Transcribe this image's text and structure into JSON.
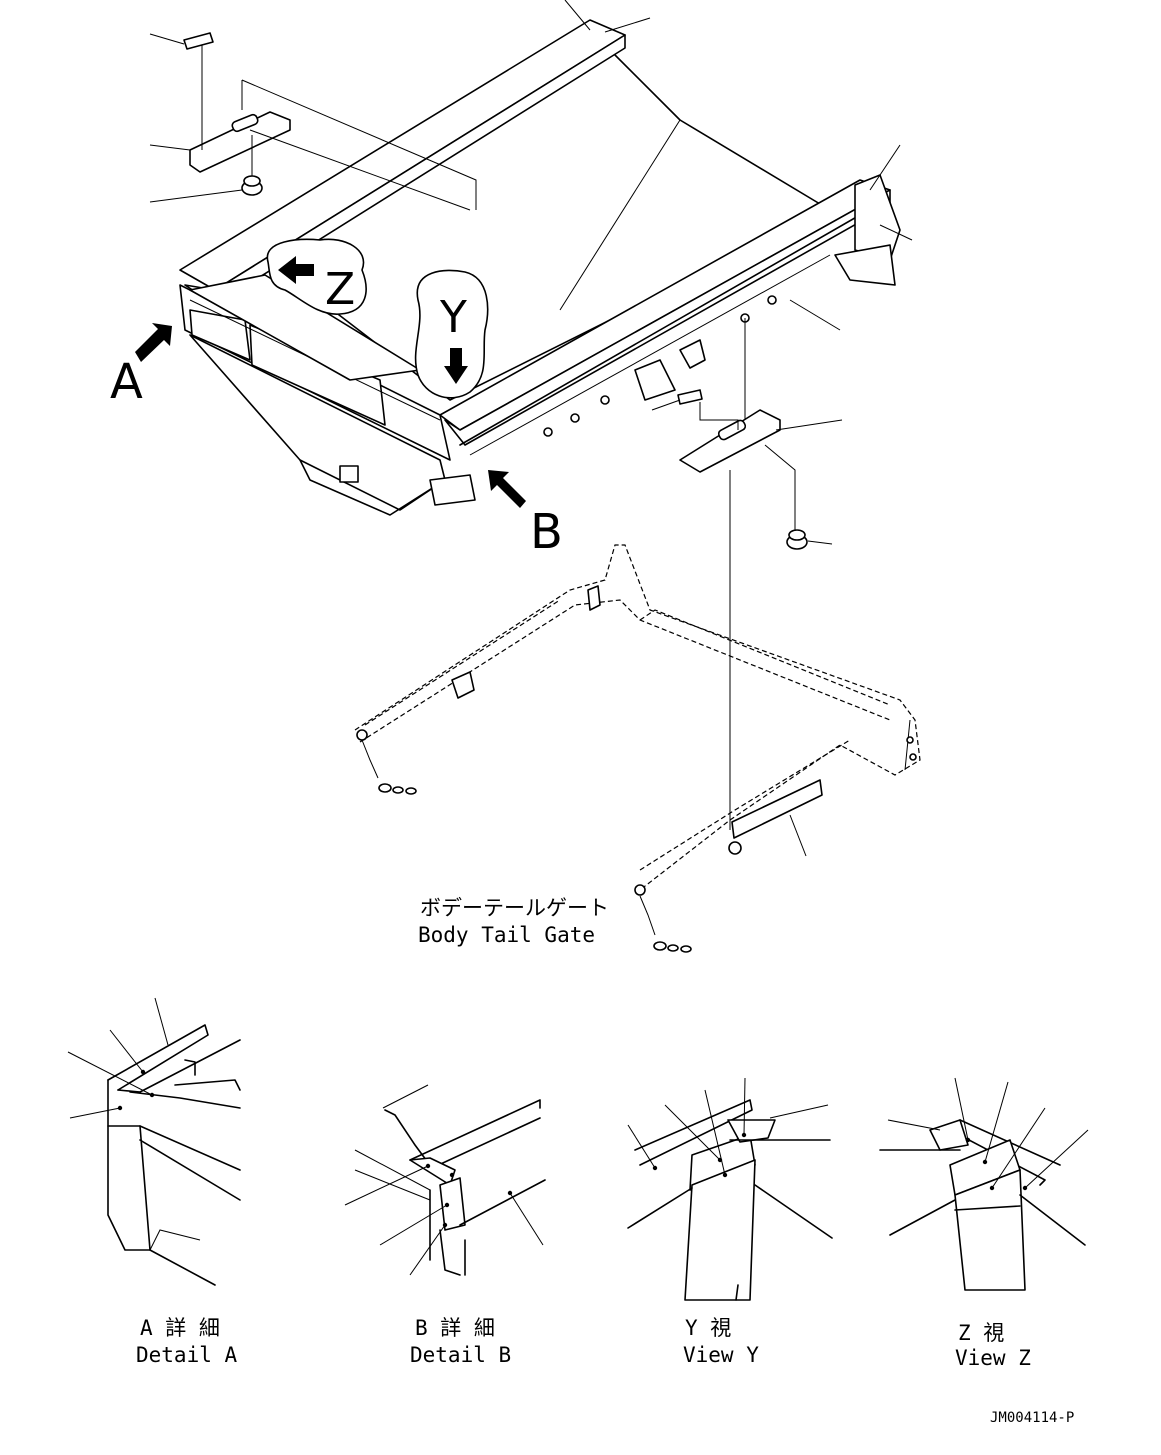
{
  "markers": {
    "a": "A",
    "b": "B",
    "y": "Y",
    "z": "Z"
  },
  "tailgate_caption": {
    "jp": "ボデーテールゲート",
    "en": "Body Tail Gate"
  },
  "details": [
    {
      "jp": "A 詳 細",
      "en": "Detail A"
    },
    {
      "jp": "B 詳 細",
      "en": "Detail B"
    },
    {
      "jp": "Y  視",
      "en": "View Y"
    },
    {
      "jp": "Z  視",
      "en": "View Z"
    }
  ],
  "drawing_code": "JM004114-P"
}
